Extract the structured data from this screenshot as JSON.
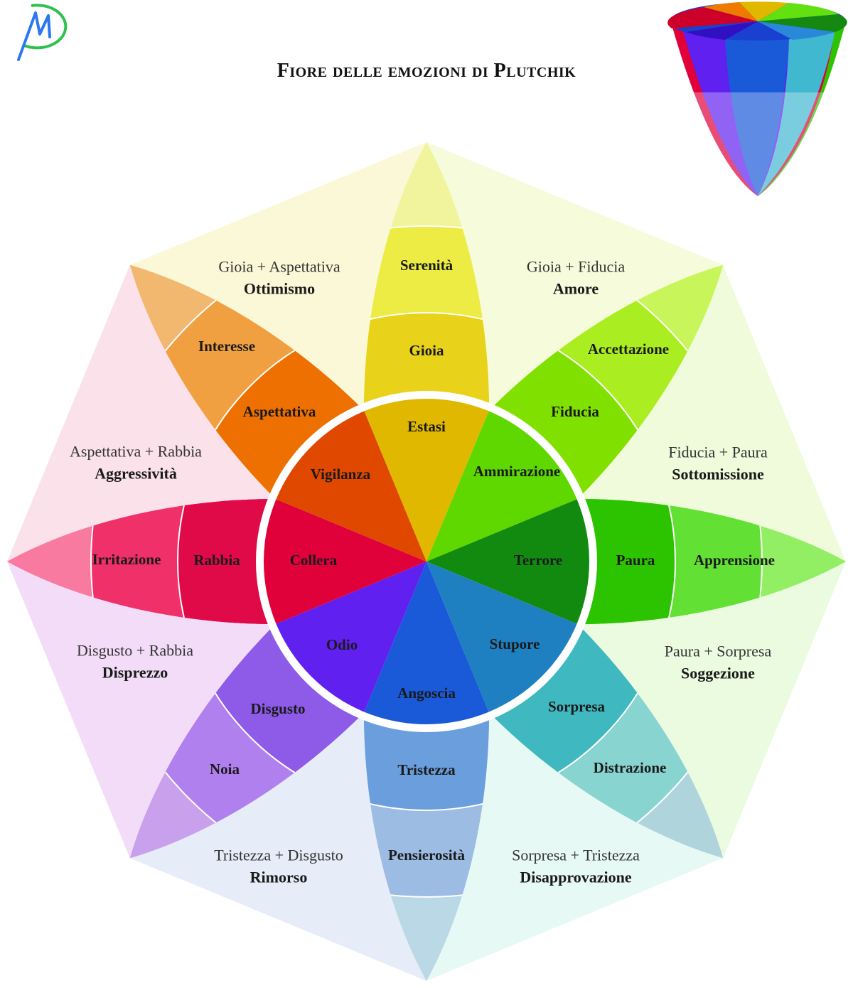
{
  "title": "Fiore delle emozioni di Plutchik",
  "petals": [
    {
      "inner": "Estasi",
      "middle": "Gioia",
      "outer": "Serenità",
      "colors": [
        "#e0b800",
        "#e8d21a",
        "#ecec44",
        "#f1f49c"
      ]
    },
    {
      "inner": "Ammirazione",
      "middle": "Fiducia",
      "outer": "Accettazione",
      "colors": [
        "#5fd800",
        "#80e000",
        "#aaee22",
        "#c8f55a"
      ]
    },
    {
      "inner": "Terrore",
      "middle": "Paura",
      "outer": "Apprensione",
      "colors": [
        "#128a10",
        "#2cc400",
        "#62e034",
        "#92ee62"
      ]
    },
    {
      "inner": "Stupore",
      "middle": "Sorpresa",
      "outer": "Distrazione",
      "colors": [
        "#1e80c0",
        "#40b8c0",
        "#88d4d0",
        "#b0d4dc"
      ]
    },
    {
      "inner": "Angoscia",
      "middle": "Tristezza",
      "outer": "Pensierosità",
      "colors": [
        "#1a5ad8",
        "#6a9edc",
        "#9cbce4",
        "#bad8e6"
      ]
    },
    {
      "inner": "Odio",
      "middle": "Disgusto",
      "outer": "Noia",
      "colors": [
        "#6020f0",
        "#8e5ae8",
        "#b080ee",
        "#c8a0ec"
      ]
    },
    {
      "inner": "Collera",
      "middle": "Rabbia",
      "outer": "Irritazione",
      "colors": [
        "#e0003a",
        "#e00a48",
        "#f03068",
        "#f87aa0"
      ]
    },
    {
      "inner": "Vigilanza",
      "middle": "Aspettativa",
      "outer": "Interesse",
      "colors": [
        "#e04800",
        "#ee7000",
        "#f0a040",
        "#f2b870"
      ]
    }
  ],
  "dyads": [
    {
      "combo": "Gioia + Fiducia",
      "name": "Amore",
      "color": "#f6fbdc"
    },
    {
      "combo": "Fiducia + Paura",
      "name": "Sottomissione",
      "color": "#f0fbdc"
    },
    {
      "combo": "Paura + Sorpresa",
      "name": "Soggezione",
      "color": "#eafbe0"
    },
    {
      "combo": "Sorpresa + Tristezza",
      "name": "Disapprovazione",
      "color": "#e6f9f4"
    },
    {
      "combo": "Tristezza + Disgusto",
      "name": "Rimorso",
      "color": "#e6ecf8"
    },
    {
      "combo": "Disgusto + Rabbia",
      "name": "Disprezzo",
      "color": "#f3dcf8"
    },
    {
      "combo": "Aspettativa + Rabbia",
      "name": "Aggressività",
      "color": "#fbe1ea"
    },
    {
      "combo": "Gioia + Aspettativa",
      "name": "Ottimismo",
      "color": "#fbf8d8"
    }
  ]
}
